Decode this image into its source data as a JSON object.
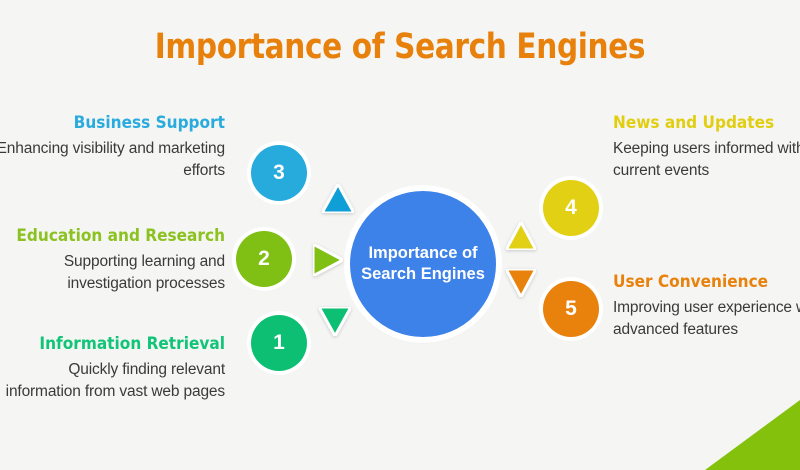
{
  "page": {
    "title": "Importance of Search Engines",
    "background_color": "#f5f5f4",
    "title_color": "#e8810c",
    "corner_accent_color": "#84c10d"
  },
  "center_node": {
    "line1": "Importance of",
    "line2": "Search Engines",
    "color": "#3d82e8",
    "text_color": "#ffffff"
  },
  "items": [
    {
      "number": "1",
      "heading": "Information Retrieval",
      "description": "Quickly finding relevant information from vast web pages",
      "color": "#0dbf73",
      "side": "left",
      "connector_icon": "triangle-down-icon"
    },
    {
      "number": "2",
      "heading": "Education and Research",
      "description": "Supporting learning and investigation processes",
      "color": "#80c014",
      "side": "left",
      "connector_icon": "triangle-right-icon"
    },
    {
      "number": "3",
      "heading": "Business Support",
      "description": "Enhancing visibility and marketing efforts",
      "color": "#27abdd",
      "side": "left",
      "connector_icon": "triangle-up-icon"
    },
    {
      "number": "4",
      "heading": "News and Updates",
      "description": "Keeping users informed with current events",
      "color": "#e2d014",
      "side": "right",
      "connector_icon": "triangle-up-icon"
    },
    {
      "number": "5",
      "heading": "User Convenience",
      "description": "Improving user experience with advanced features",
      "color": "#e8820c",
      "side": "right",
      "connector_icon": "triangle-down-icon"
    }
  ],
  "chart_data": {
    "type": "diagram",
    "title": "Importance of Search Engines",
    "center": "Importance of Search Engines",
    "categories": [
      "Information Retrieval",
      "Education and Research",
      "Business Support",
      "News and Updates",
      "User Convenience"
    ],
    "values": [
      1,
      2,
      3,
      4,
      5
    ]
  }
}
